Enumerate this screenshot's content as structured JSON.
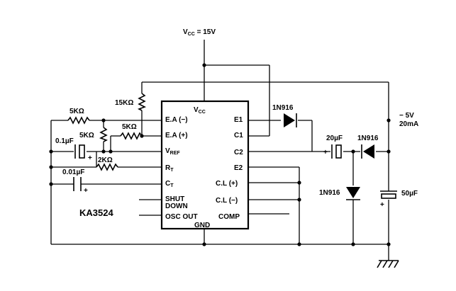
{
  "supply_label": "V",
  "supply_sub": "CC",
  "supply_value": " = 15V",
  "chip": {
    "name": "KA3524",
    "vcc_label": "V",
    "vcc_sub": "CC",
    "pins_left": {
      "ea_minus": "E.A (−)",
      "ea_plus": "E.A (+)",
      "vref": "V",
      "vref_sub": "REF",
      "rt": "R",
      "rt_sub": "T",
      "ct": "C",
      "ct_sub": "T",
      "shut": "SHUT",
      "down": "DOWN",
      "osc_out": "OSC OUT"
    },
    "pins_right": {
      "e1": "E1",
      "c1": "C1",
      "c2": "C2",
      "e2": "E2",
      "cl_plus": "C.L (+)",
      "cl_minus": "C.L (−)",
      "comp": "COMP"
    },
    "gnd": "GND"
  },
  "components": {
    "r_15k": "15KΩ",
    "r_5k_top": "5KΩ",
    "r_5k_vert": "5KΩ",
    "r_5k_mid": "5KΩ",
    "r_2k": "2KΩ",
    "c_01uf": "0.1µF",
    "c_001uf": "0.01µF",
    "d_top": "1N916",
    "d_mid": "1N916",
    "d_low": "1N916",
    "c_20uf": "20µF",
    "c_50uf": "50µF",
    "out_v": "− 5V",
    "out_i": "20mA",
    "plus": "+"
  }
}
